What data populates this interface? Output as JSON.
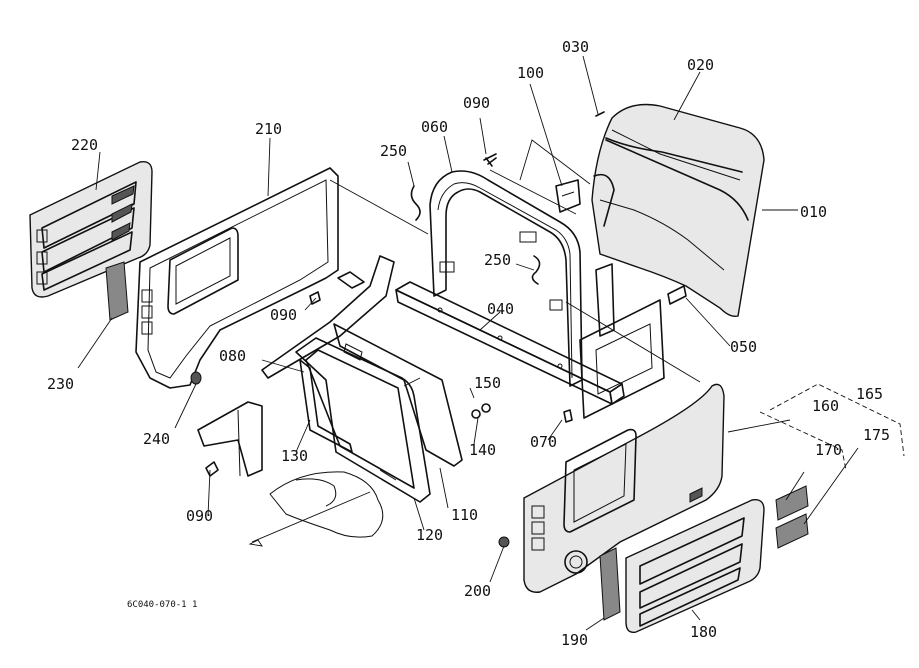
{
  "diagram": {
    "drawing_code": "6C040-070-1 1",
    "labels": {
      "p010": "010",
      "p020": "020",
      "p030": "030",
      "p040": "040",
      "p050": "050",
      "p060": "060",
      "p070": "070",
      "p080": "080",
      "p090a": "090",
      "p090b": "090",
      "p090c": "090",
      "p100": "100",
      "p110": "110",
      "p120": "120",
      "p130": "130",
      "p140": "140",
      "p150": "150",
      "p160": "160",
      "p165": "165",
      "p170": "170",
      "p175": "175",
      "p180": "180",
      "p190": "190",
      "p200": "200",
      "p210": "210",
      "p220": "220",
      "p230": "230",
      "p240": "240",
      "p250a": "250",
      "p250b": "250"
    }
  }
}
